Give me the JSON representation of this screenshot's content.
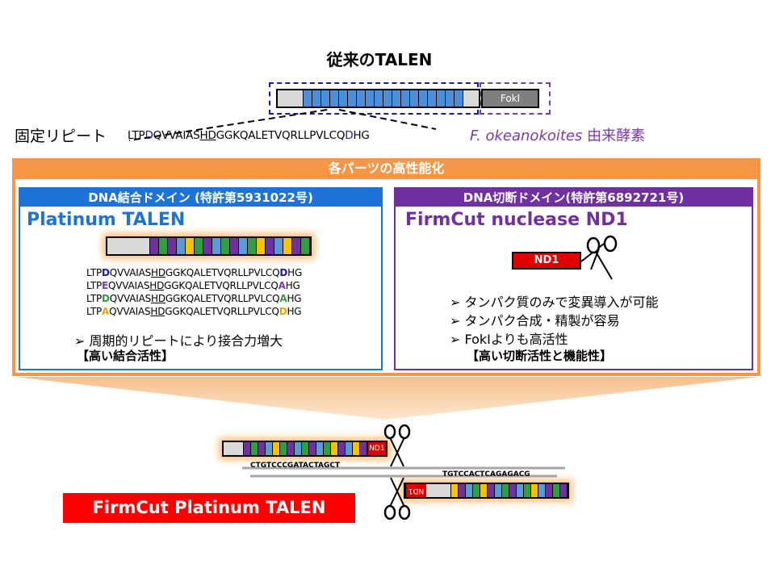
{
  "top": {
    "title": "従来のTALEN",
    "fok_label": "FokI",
    "fixed_repeat_label": "固定リピート",
    "seq_pre": "LTP",
    "seq_d": "D",
    "seq_mid1": "QVVAIAS",
    "seq_hd": "HD",
    "seq_mid2": "GGKQALETVQRLLPVLCQ",
    "seq_d2": "D",
    "seq_end": "HG",
    "fok_origin_species": "F. okeanokoites",
    "fok_origin_suffix": " 由来酵素"
  },
  "section": {
    "title": "各パーツの高性能化"
  },
  "dna_panel": {
    "header": "DNA結合ドメイン (特許第5931022号)",
    "title": "Platinum TALEN",
    "sequences": [
      {
        "pre": "LTP",
        "a": "D",
        "mid1": "QVVAIAS",
        "hd": "HD",
        "mid2": "GGKQALETVQRLLPVLCQ",
        "b": "D",
        "end": "HG"
      },
      {
        "pre": "LTP",
        "a": "E",
        "mid1": "QVVAIAS",
        "hd": "HD",
        "mid2": "GGKQALETVQRLLPVLCQ",
        "b": "A",
        "end": "HG"
      },
      {
        "pre": "LTP",
        "a": "D",
        "mid1": "QVVAIAS",
        "hd": "HD",
        "mid2": "GGKQALETVQRLLPVLCQ",
        "b": "A",
        "end": "HG"
      },
      {
        "pre": "LTP",
        "a": "A",
        "mid1": "QVVAIAS",
        "hd": "HD",
        "mid2": "GGKQALETVQRLLPVLCQ",
        "b": "D",
        "end": "HG"
      }
    ],
    "bullet": "➢  周期的リピートにより接合力増大",
    "effect": "【高い結合活性】"
  },
  "nuclease_panel": {
    "header": "DNA切断ドメイン(特許第6892721号)",
    "title": "FirmCut nuclease ND1",
    "nd1_label": "ND1",
    "bullets": [
      "➢  タンパク質のみで変異導入が可能",
      "➢  タンパク合成・精製が容易",
      "➢  FokIよりも高活性"
    ],
    "effect": "【高い切断活性と機能性】"
  },
  "bottom": {
    "product_label": "FirmCut Platinum TALEN",
    "nd1_small": "ND1",
    "dna_top": "CTGTCCCGATACTAGCT",
    "dna_bottom": "TGTCCACTCAGAGACG"
  },
  "colors": {
    "orange": "#f79646",
    "blue": "#1e73d8",
    "purple": "#7030a0",
    "red": "#ff0000",
    "repeat_blue": "#4a8fd8",
    "seg_purple": "#7030a0",
    "seg_green": "#2e9e3e",
    "seg_yellow": "#ffc000",
    "seg_lightblue": "#5b9bd5"
  },
  "icons": [
    "scissors-icon"
  ]
}
